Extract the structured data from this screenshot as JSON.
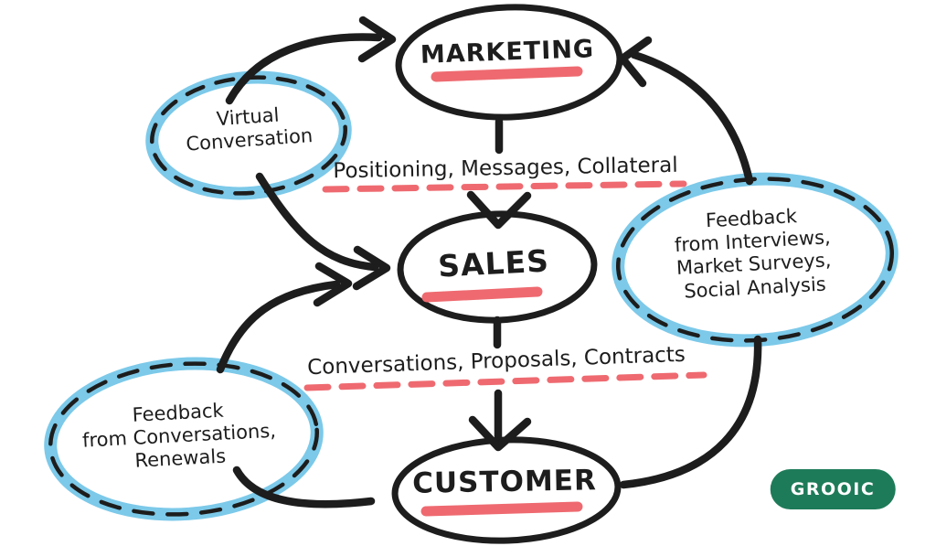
{
  "diagram": {
    "nodes": [
      {
        "id": "marketing",
        "label": "MARKETING"
      },
      {
        "id": "sales",
        "label": "SALES"
      },
      {
        "id": "customer",
        "label": "CUSTOMER"
      }
    ],
    "callouts": [
      {
        "id": "virtual-conversation",
        "lines": [
          "Virtual",
          "Conversation"
        ]
      },
      {
        "id": "feedback-interviews",
        "lines": [
          "Feedback",
          "from Interviews,",
          "Market Surveys,",
          "Social Analysis"
        ]
      },
      {
        "id": "feedback-conversations",
        "lines": [
          "Feedback",
          "from Conversations,",
          "Renewals"
        ]
      }
    ],
    "flow_labels": [
      {
        "id": "marketing-to-sales",
        "text": "Positioning, Messages, Collateral"
      },
      {
        "id": "sales-to-customer",
        "text": "Conversations, Proposals, Contracts"
      }
    ],
    "logo": {
      "text": "GROOIC"
    },
    "colors": {
      "ink": "#1d1d1d",
      "highlight_blue": "#7cc9e9",
      "underline_red": "#ee6a70",
      "logo_green": "#1e7b59",
      "background": "#ffffff"
    }
  }
}
